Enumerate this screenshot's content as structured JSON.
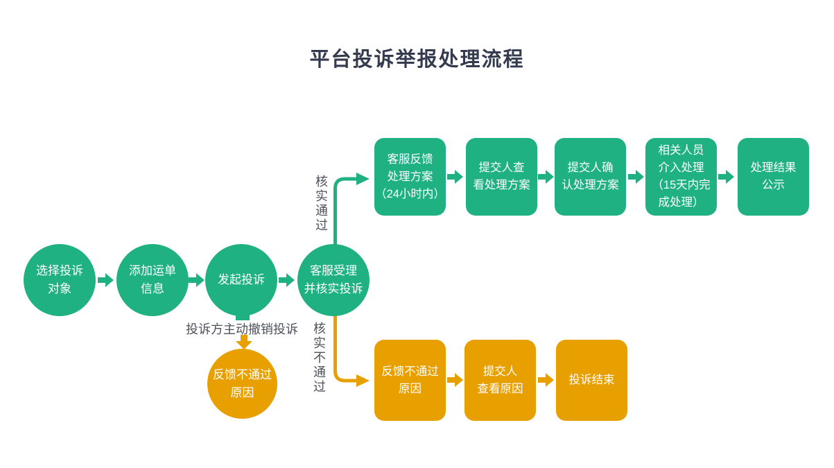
{
  "title": "平台投诉举报处理流程",
  "colors": {
    "green": "#1FB182",
    "orange": "#E8A000",
    "title_text": "#343B4E",
    "label_text": "#4D515B"
  },
  "main_steps": [
    {
      "label": "选择投诉\n对象"
    },
    {
      "label": "添加运单\n信息"
    },
    {
      "label": "发起投诉"
    },
    {
      "label": "客服受理\n并核实投诉"
    }
  ],
  "pass_branch": {
    "condition_label": "核实通过",
    "steps": [
      {
        "label": "客服反馈\n处理方案\n（24小时内）"
      },
      {
        "label": "提交人查\n看处理方案"
      },
      {
        "label": "提交人确\n认处理方案"
      },
      {
        "label": "相关人员\n介入处理\n（15天内完\n成处理）"
      },
      {
        "label": "处理结果\n公示"
      }
    ]
  },
  "fail_branch": {
    "condition_label": "核实不通过",
    "steps": [
      {
        "label": "反馈不通过\n原因"
      },
      {
        "label": "提交人\n查看原因"
      },
      {
        "label": "投诉结束"
      }
    ]
  },
  "withdraw_branch": {
    "condition_label": "投诉方主动撤销投诉",
    "steps": [
      {
        "label": "反馈不通过\n原因"
      }
    ]
  }
}
